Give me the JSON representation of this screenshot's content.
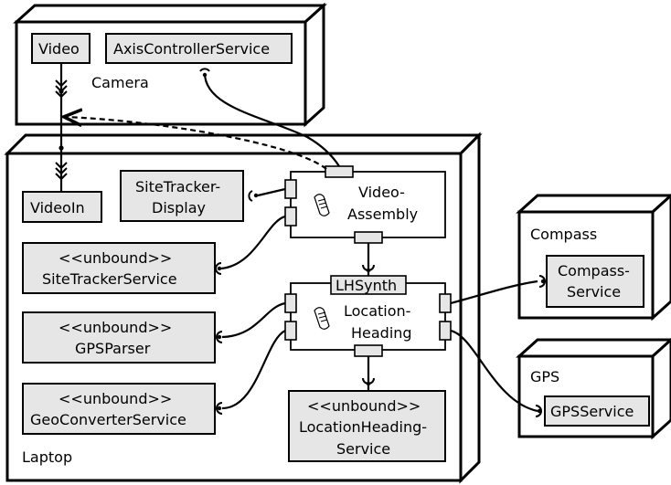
{
  "nodes": {
    "camera": "Camera",
    "laptop": "Laptop",
    "compass": "Compass",
    "gps": "GPS"
  },
  "artifacts": {
    "video": "Video",
    "axis_controller": "AxisControllerService",
    "video_in": "VideoIn",
    "sitetracker_display": [
      "SiteTracker-",
      "Display"
    ],
    "sitetracker_service": [
      "<<unbound>>",
      "SiteTrackerService"
    ],
    "gps_parser": [
      "<<unbound>>",
      "GPSParser"
    ],
    "geoconverter_service": [
      "<<unbound>>",
      "GeoConverterService"
    ],
    "location_heading_service": [
      "<<unbound>>",
      "LocationHeading-",
      "Service"
    ],
    "compass_service": [
      "Compass-",
      "Service"
    ],
    "gps_service": "GPSService"
  },
  "components": {
    "video_assembly": [
      "Video-",
      "Assembly"
    ],
    "location_heading": [
      "Location-",
      "Heading"
    ],
    "lhsynth": "LHSynth"
  }
}
